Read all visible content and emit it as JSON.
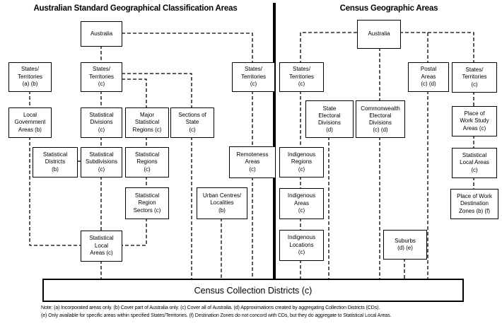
{
  "titles": {
    "left": "Australian Standard Geographical Classification Areas",
    "right": "Census Geographic Areas"
  },
  "asgc": {
    "australia": "Australia",
    "states_territories_ab": "States/\nTerritories\n(a) (b)",
    "states_territories_c": "States/\nTerritories\n(c)",
    "states_territories_c2": "States/\nTerritories\n(c)",
    "local_government_areas": "Local\nGovernment\nAreas (b)",
    "statistical_divisions": "Statistical\nDivisions\n(c)",
    "major_statistical_regions": "Major\nStatistical\nRegions (c)",
    "sections_of_state": "Sections of\nState\n(c)",
    "statistical_districts": "Statistical\nDistricts\n(b)",
    "statistical_subdivisions": "Statistical\nSubdivisions\n(c)",
    "statistical_regions": "Statistical\nRegions\n(c)",
    "remoteness_areas": "Remoteness\nAreas\n(c)",
    "statistical_region_sectors": "Statistical\nRegion\nSectors (c)",
    "urban_centres_localities": "Urban Centres/\nLocalities\n(b)",
    "statistical_local_areas": "Statistical\nLocal\nAreas (c)"
  },
  "census": {
    "australia": "Australia",
    "states_territories_c": "States/\nTerritories\n(c)",
    "postal_areas": "Postal\nAreas\n(c) (d)",
    "states_territories_c2": "States/\nTerritories\n(c)",
    "state_electoral_divisions": "State\nElectoral\nDivisions\n(d)",
    "commonwealth_electoral_divisions": "Commonwealth\nElectoral\nDivisions\n(c) (d)",
    "place_of_work_study_areas": "Place of\nWork Study\nAreas (c)",
    "indigenous_regions": "Indigenous\nRegions\n(c)",
    "statistical_local_areas": "Statistical\nLocal Areas\n(c)",
    "indigenous_areas": "Indigenous\nAreas\n(c)",
    "place_of_work_destination_zones": "Place of Work\nDestination\nZones (b) (f)",
    "indigenous_locations": "Indigenous\nLocations\n(c)",
    "suburbs": "Suburbs\n(d) (e)"
  },
  "bottom": {
    "census_collection_districts": "Census Collection Districts (c)"
  },
  "notes": {
    "line1": "Note: (a) Incorporated areas only. (b) Cover part of Australia only. (c) Cover all of Australia. (d) Approximations created by aggregating Collection Districts (CDs).",
    "line2": "(e) Only available for specific areas within specified States/Territories. (f) Destination Zones do not concord with CDs, but they do aggregate to Statistical Local Areas."
  },
  "colors": {
    "line": "#000000",
    "background": "#ffffff"
  }
}
